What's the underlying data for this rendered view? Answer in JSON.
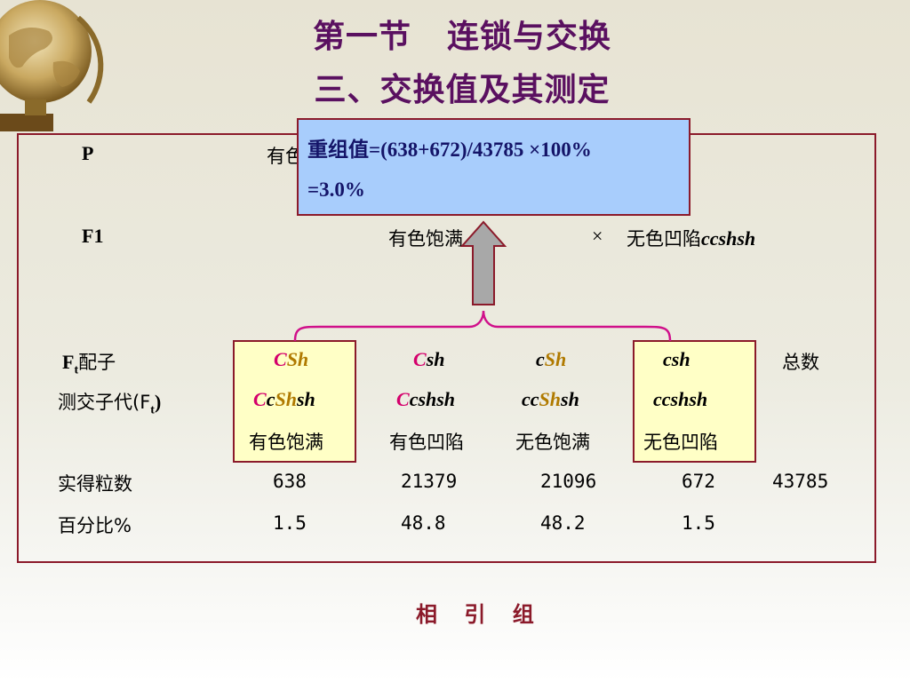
{
  "title": {
    "line1_a": "第一节",
    "line1_b": "连锁与交换",
    "line2": "三、交换值及其测定"
  },
  "callout": {
    "line1": "重组值=(638+672)/43785 ×100%",
    "line2": "=3.0%"
  },
  "rows": {
    "p_label": "P",
    "p_text": "有色",
    "f1_label": "F1",
    "f1_cross": "有色饱满",
    "f1_times": "×",
    "f1_recessive_pheno": "无色凹陷",
    "f1_recessive_geno": "ccshsh",
    "ft_label_main": "F",
    "ft_label_sub": "t",
    "ft_label_suffix": "配子",
    "gametes": [
      {
        "parts": [
          "C",
          "Sh"
        ]
      },
      {
        "parts": [
          "C",
          "sh"
        ]
      },
      {
        "parts": [
          "c",
          "Sh"
        ]
      },
      {
        "parts": [
          "csh"
        ]
      }
    ],
    "total_label": "总数",
    "test_label_a": "测交子代(F",
    "test_label_sub": "t",
    "test_label_b": ")",
    "progeny": [
      "CcShsh",
      "Ccshsh",
      "ccShsh",
      "ccshsh"
    ],
    "phenotypes": [
      "有色饱满",
      "有色凹陷",
      "无色饱满",
      "无色凹陷"
    ],
    "count_label": "实得粒数",
    "counts": [
      "638",
      "21379",
      "21096",
      "672",
      "43785"
    ],
    "percent_label": "百分比%",
    "percents": [
      "1.5",
      "48.8",
      "48.2",
      "1.5"
    ]
  },
  "footer": "相 引 组",
  "colors": {
    "title": "#5a1060",
    "frame": "#8b1a2a",
    "callout_bg": "#a8cdfc",
    "highlight_bg": "#ffffc6",
    "accent_red": "#d4006c",
    "accent_gold": "#b07a00",
    "arrow": "#a8a8a8",
    "brace": "#d0108a"
  },
  "icons": [
    "globe-icon",
    "up-arrow-icon",
    "brace-icon"
  ]
}
